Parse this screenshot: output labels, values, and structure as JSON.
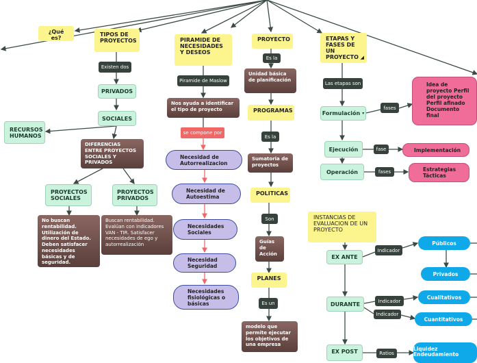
{
  "root_branches": {
    "que_es": "¿Qué es?",
    "tipos": "TIPOS DE PROYECTOS",
    "piramide": "PIRAMIDE DE NECESIDADES Y DESEOS",
    "proyecto": "PROYECTO",
    "etapas": "ETAPAS Y FASES DE UN PROYECTO"
  },
  "tipos": {
    "existen_dos": "Existen dos",
    "privados": "PRIVADOS",
    "sociales": "SOCIALES",
    "recursos_humanos": "RECURSOS HUMANOS",
    "diferencias": "DIFERENCIAS ENTRE PROYECTOS SOCIALES Y PRIVADOS",
    "proyectos_sociales": "PROYECTOS SOCIALES",
    "proyectos_privados": "PROYECTOS PRIVADOS",
    "sociales_desc": "No buscan rentabilidad. Utilización de dinero del Estado. Deben satisfacer necesidades básicas y de seguridad.",
    "privados_desc": "Buscan rentabilidad. Evalúan con indicadores VAN - TIR. Satisfacer necesidades de ego y autorrealización"
  },
  "piramide": {
    "maslow": "Piramide de Maslow",
    "desc": "Nos ayuda a identificar el tipo de proyecto",
    "compone": "se compone por",
    "levels": [
      "Necesidad de Autorrealizacion",
      "Necesidad de Autoestima",
      "Necesidades Sociales",
      "Necesidad Seguridad",
      "Necesidades fisiológicas o básicas"
    ]
  },
  "proyecto": {
    "es_la_1": "Es la",
    "unidad": "Unidad básica de planificación",
    "programas": "PROGRAMAS",
    "es_la_2": "Es la",
    "sumatoria": "Sumatoria de proyectos",
    "politicas": "POLITICAS",
    "son": "Son",
    "guias": "Guías de Acción",
    "planes": "PLANES",
    "es_un": "Es un",
    "modelo": "modelo que permite ejecutar los objetivos de una empresa"
  },
  "etapas": {
    "las_etapas_son": "Las etapas son",
    "formulacion": "Formulación",
    "fases_1": "fases",
    "formulacion_items": "Idea de proyecto Perfil del proyecto Perfil afinado Documento final",
    "ejecucion": "Ejecución",
    "fase": "fase",
    "implementacion": "Implementación",
    "operacion": "Operación",
    "fases_2": "fases",
    "estrategias": "Estrategias Tácticas",
    "instancias": "INSTANCIAS DE EVALUACION DE UN PROYECTO",
    "ex_ante": "EX ANTE",
    "indicador_1": "Indicador",
    "publicos": "Públicos",
    "privados": "Privados",
    "durante": "DURANTE",
    "indicador_2": "Indicador",
    "cualitativos": "Cualitativos",
    "indicador_3": "Indicador",
    "cuantitativos": "Cuantitativos",
    "ex_post": "EX POST",
    "ratios": "Ratios",
    "liquidez": "Liquidez Endeudamiento"
  },
  "colors": {
    "yellow": "#fcf58d",
    "mint": "#c9f3dc",
    "dark": "#37423d",
    "brown": "#6b4e4a",
    "lavender": "#c6bde8",
    "pink": "#ef6d98",
    "blue": "#0fa9ea",
    "red_edge": "#ee6868"
  }
}
